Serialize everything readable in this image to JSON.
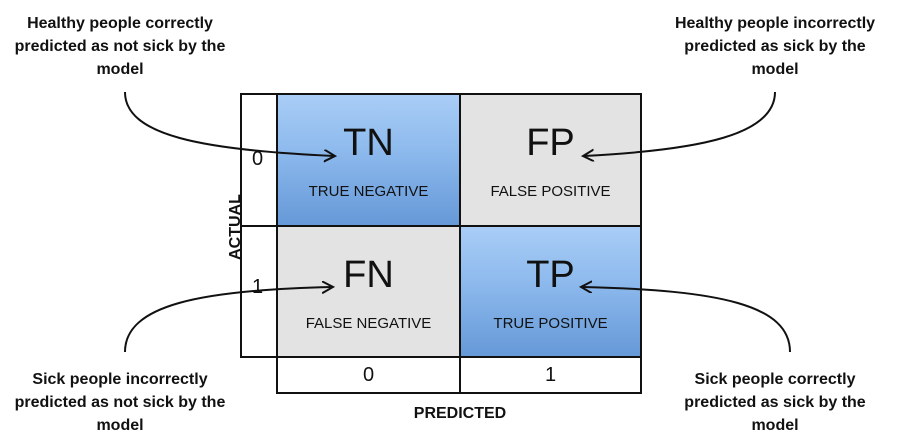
{
  "annotations": {
    "tn": "Healthy people correctly predicted as not sick by the model",
    "fp": "Healthy people incorrectly predicted as sick by the model",
    "fn": "Sick people incorrectly predicted as not sick by the model",
    "tp": "Sick people correctly predicted as sick by the model"
  },
  "cells": {
    "tn": {
      "abbr": "TN",
      "label": "TRUE NEGATIVE"
    },
    "fp": {
      "abbr": "FP",
      "label": "FALSE POSITIVE"
    },
    "fn": {
      "abbr": "FN",
      "label": "FALSE NEGATIVE"
    },
    "tp": {
      "abbr": "TP",
      "label": "TRUE POSITIVE"
    }
  },
  "axes": {
    "actual_title": "ACTUAL",
    "predicted_title": "PREDICTED",
    "actual_ticks": [
      "0",
      "1"
    ],
    "predicted_ticks": [
      "0",
      "1"
    ]
  },
  "colors": {
    "correct": "#7aa9e4",
    "incorrect": "#e3e3e3",
    "border": "#111111"
  }
}
